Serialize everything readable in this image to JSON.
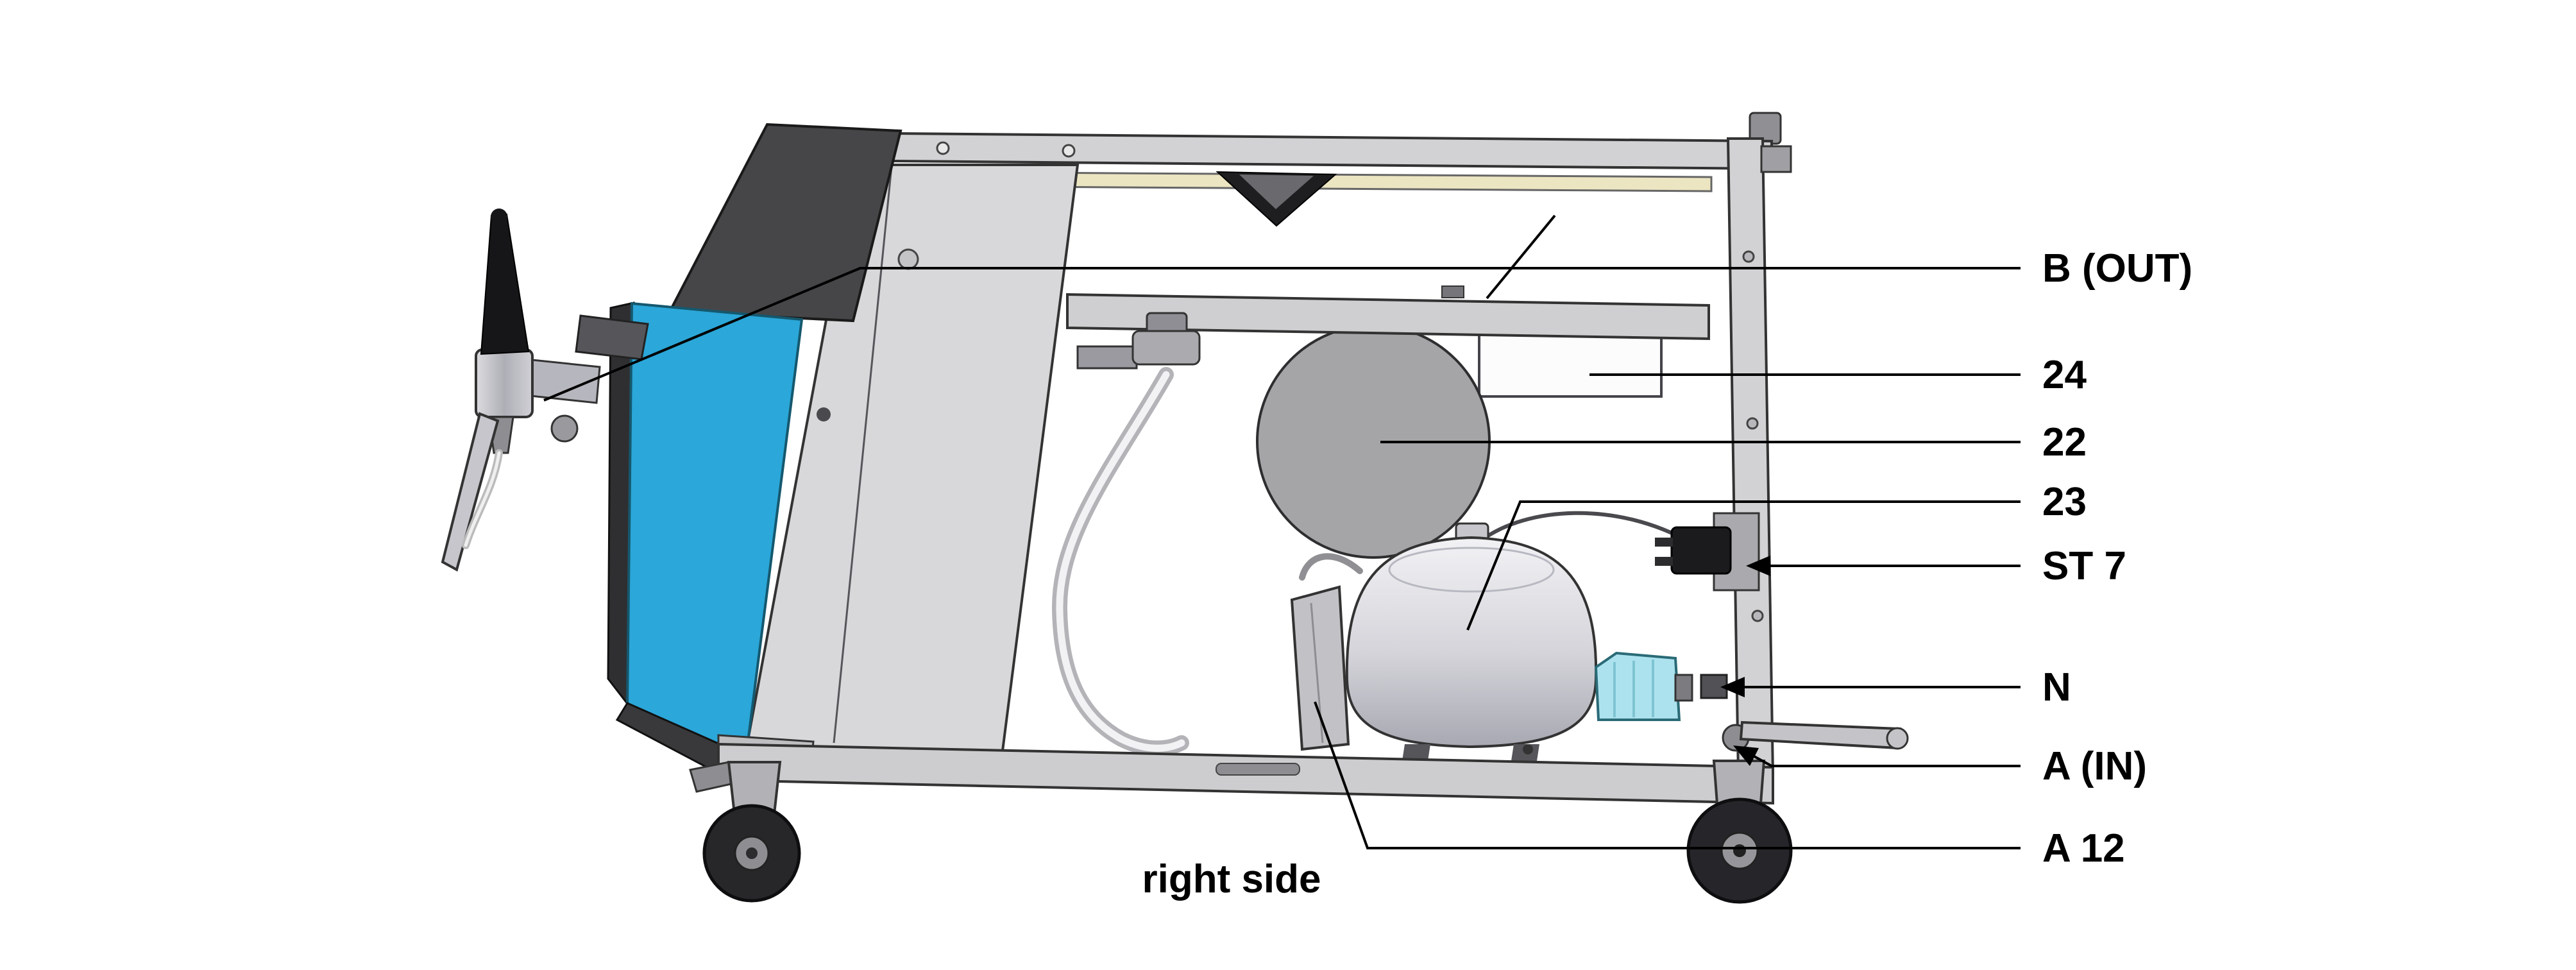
{
  "figure": {
    "caption": "right side"
  },
  "callouts": [
    {
      "id": "b-out",
      "label": "B (OUT)"
    },
    {
      "id": "24",
      "label": "24"
    },
    {
      "id": "22",
      "label": "22"
    },
    {
      "id": "23",
      "label": "23"
    },
    {
      "id": "st7",
      "label": "ST 7"
    },
    {
      "id": "n",
      "label": "N"
    },
    {
      "id": "a-in",
      "label": "A (IN)"
    },
    {
      "id": "a12",
      "label": "A 12"
    }
  ],
  "colors": {
    "panel_blue": "#2BA7D9",
    "pump_cyan": "#ACE2EE",
    "frame_gray": "#D2D2D5",
    "disc_gray": "#A5A5A8",
    "leader_black": "#000000"
  }
}
